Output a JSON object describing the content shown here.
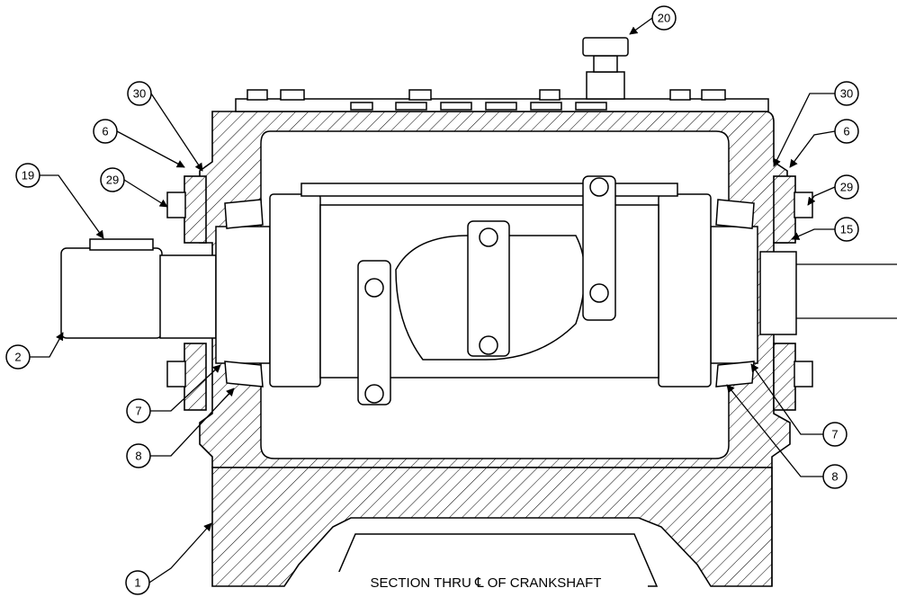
{
  "caption": {
    "prefix": "SECTION THRU",
    "centerline_symbol": "℄",
    "suffix": "OF CRANKSHAFT"
  },
  "balloons": [
    {
      "id": "b20",
      "label": "20"
    },
    {
      "id": "b30-left",
      "label": "30"
    },
    {
      "id": "b6-left",
      "label": "6"
    },
    {
      "id": "b19",
      "label": "19"
    },
    {
      "id": "b29-left",
      "label": "29"
    },
    {
      "id": "b2",
      "label": "2"
    },
    {
      "id": "b7-left",
      "label": "7"
    },
    {
      "id": "b8-left",
      "label": "8"
    },
    {
      "id": "b1",
      "label": "1"
    },
    {
      "id": "b30-right",
      "label": "30"
    },
    {
      "id": "b6-right",
      "label": "6"
    },
    {
      "id": "b29-right",
      "label": "29"
    },
    {
      "id": "b15",
      "label": "15"
    },
    {
      "id": "b7-right",
      "label": "7"
    },
    {
      "id": "b8-right",
      "label": "8"
    }
  ]
}
